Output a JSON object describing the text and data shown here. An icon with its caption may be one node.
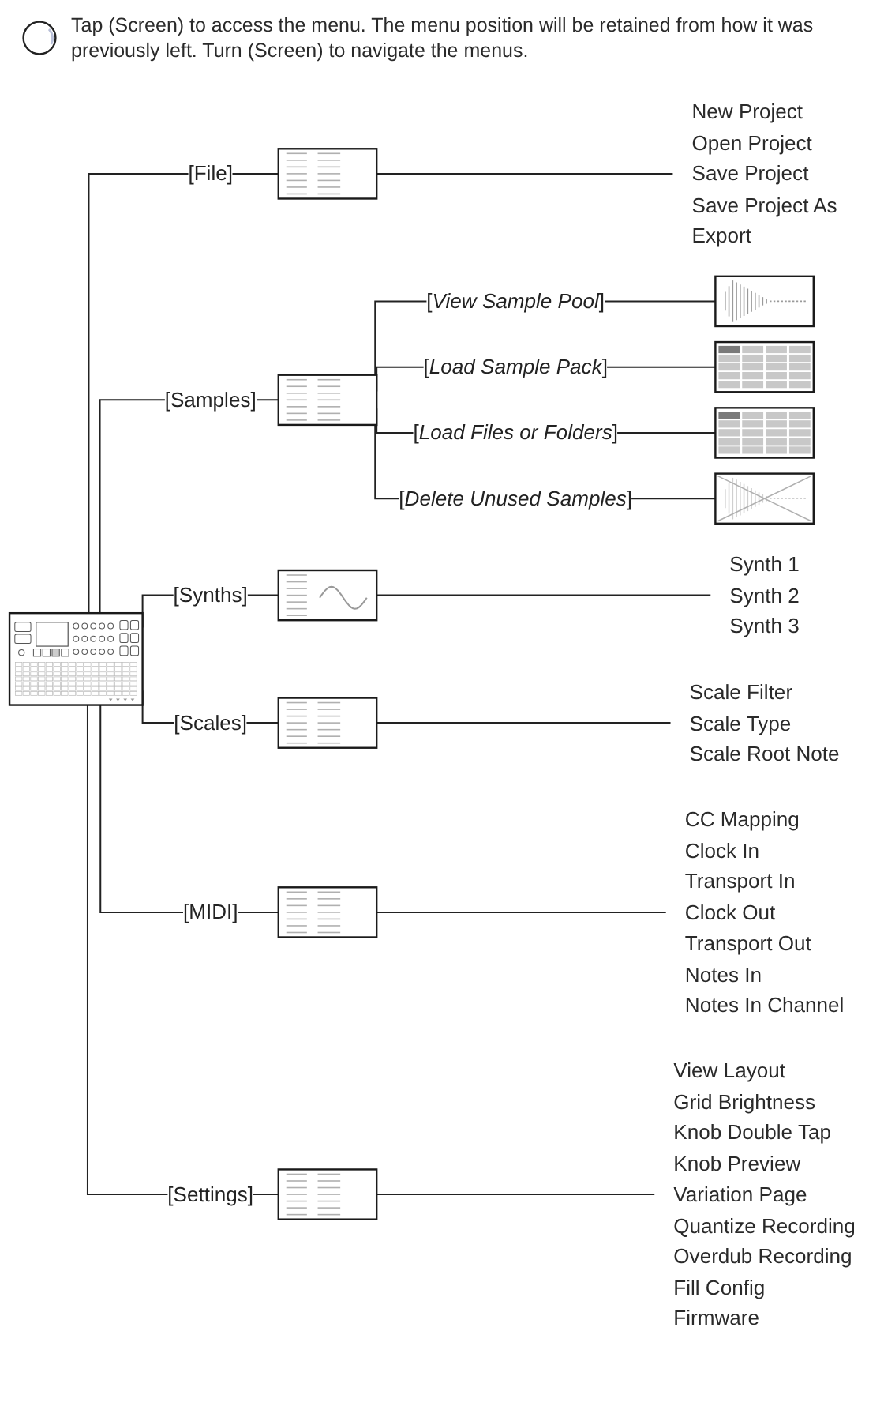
{
  "diagram": {
    "nodes": [
      {
        "text": [],
        "shape": "picture"
      },
      {
        "text": [],
        "shape": "picture"
      },
      {
        "text": [
          "New Project",
          "Open Project",
          "Save Project",
          "Save Project As",
          "Export"
        ]
      },
      {
        "text": [],
        "shape": "picture"
      },
      {
        "text": [],
        "shape": "picture"
      },
      {
        "text": [],
        "shape": "picture"
      },
      {
        "text": [],
        "shape": "picture"
      },
      {
        "text": [],
        "shape": "picture"
      },
      {
        "text": [],
        "shape": "picture"
      },
      {
        "text": [
          "Synth 1",
          "Synth 2",
          "Synth 3"
        ]
      },
      {
        "text": [],
        "shape": "picture"
      },
      {
        "text": [
          "Scale Filter",
          "Scale Type",
          "Scale Root Note"
        ]
      },
      {
        "text": [],
        "shape": "picture"
      },
      {
        "text": [
          "CC Mapping",
          "Clock In",
          "Transport In",
          "Clock Out",
          "Transport Out",
          "Notes In",
          "Notes In Channel"
        ]
      },
      {
        "text": [],
        "shape": "picture"
      },
      {
        "text": [
          "View Layout",
          "Grid Brightness",
          "Knob Double Tap",
          "Knob Preview",
          "Variation Page",
          "Quantize Recording",
          "Overdub Recording",
          "Fill Config",
          "Firmware"
        ]
      }
    ],
    "edges": [
      {
        "from": 0,
        "to": 1,
        "arrow": "none",
        "label": "[File]"
      },
      {
        "from": 1,
        "to": 2,
        "arrow": "none"
      },
      {
        "from": 0,
        "to": 3,
        "arrow": "none",
        "label": "[Samples]"
      },
      {
        "from": 3,
        "to": 4,
        "arrow": "none",
        "label": "[*View Sample Pool*]"
      },
      {
        "from": 3,
        "to": 5,
        "arrow": "none",
        "label": "[*Load Sample Pack*]"
      },
      {
        "from": 3,
        "to": 6,
        "arrow": "none",
        "label": "[*Load Files or Folders*]"
      },
      {
        "from": 3,
        "to": 7,
        "arrow": "none",
        "label": "[*Delete Unused Samples*]"
      },
      {
        "from": 0,
        "to": 8,
        "arrow": "none",
        "label": "[Synths]"
      },
      {
        "from": 8,
        "to": 9,
        "arrow": "none"
      },
      {
        "from": 0,
        "to": 10,
        "arrow": "none",
        "label": "[Scales]"
      },
      {
        "from": 10,
        "to": 11,
        "arrow": "none"
      },
      {
        "from": 0,
        "to": 12,
        "arrow": "none",
        "label": "[MIDI]"
      },
      {
        "from": 12,
        "to": 13,
        "arrow": "none"
      },
      {
        "from": 0,
        "to": 14,
        "arrow": "none",
        "label": "[Settings]"
      },
      {
        "from": 14,
        "to": 15,
        "arrow": "none"
      }
    ],
    "labels": [
      "Tap (Screen) to access the menu. The menu position will be retained from how it was previously left. Turn (Screen) to navigate the menus."
    ]
  }
}
